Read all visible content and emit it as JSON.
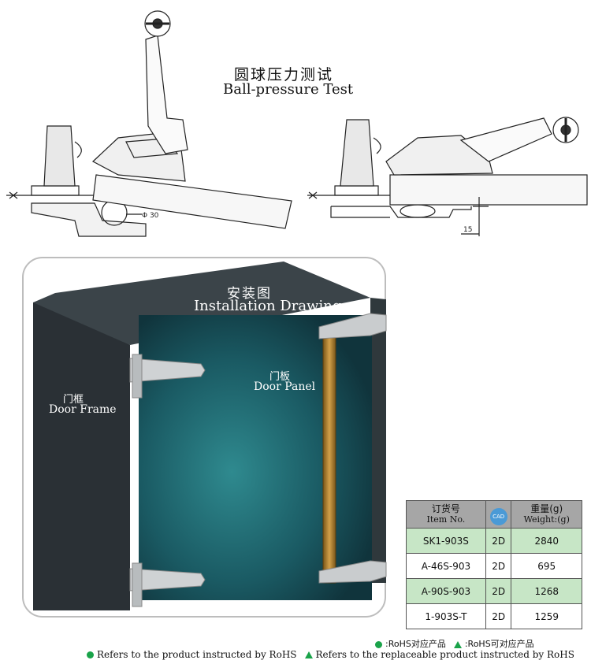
{
  "test": {
    "title_cn": "圆球压力测试",
    "title_en": "Ball-pressure Test",
    "dim_ball": "Φ 30",
    "dim_height": "15"
  },
  "install": {
    "title_cn": "安装图",
    "title_en": "Installation Drawing",
    "frame_cn": "门框",
    "frame_en": "Door Frame",
    "panel_cn": "门板",
    "panel_en": "Door Panel"
  },
  "table": {
    "header": {
      "item_cn": "订货号",
      "item_en": "Item No.",
      "cad": "CAD",
      "weight_cn": "重量(g)",
      "weight_en": "Weight:(g)"
    },
    "rows": [
      {
        "item": "SK1-903S",
        "cad": "2D",
        "weight": "2840"
      },
      {
        "item": "A-46S-903",
        "cad": "2D",
        "weight": "695"
      },
      {
        "item": "A-90S-903",
        "cad": "2D",
        "weight": "1268"
      },
      {
        "item": "1-903S-T",
        "cad": "2D",
        "weight": "1259"
      }
    ]
  },
  "legend": {
    "cn_rohs": ":RoHS对应产品",
    "cn_replace": ":RoHS可对应产品",
    "en_rohs": "Refers to the product instructed by RoHS",
    "en_replace": "Refers to the replaceable product instructed by RoHS"
  },
  "colors": {
    "cabinet_dark": "#2c3338",
    "panel_teal": "#1f6f78",
    "table_green": "#c7e6c6",
    "table_header": "#a6a6a6",
    "legend_green": "#1aa34a"
  }
}
